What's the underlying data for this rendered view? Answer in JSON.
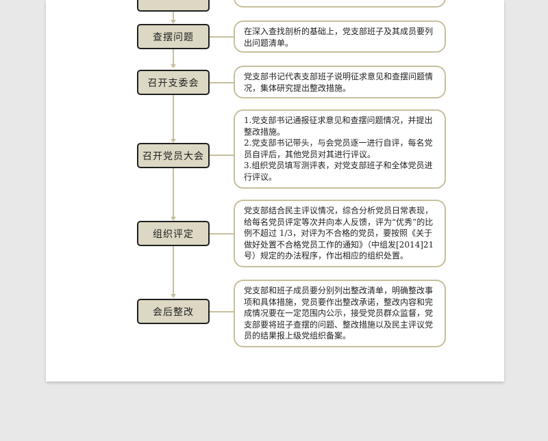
{
  "colors": {
    "step_fill": "#dcd8c4",
    "step_border": "#1f1f1f",
    "connector": "#c6bf9e",
    "desc_border": "#c6bf9e",
    "page_bg": "#ffffff",
    "canvas_bg": "#e8e8e8"
  },
  "flow": {
    "steps": [
      {
        "label": "",
        "description": [
          ""
        ]
      },
      {
        "label": "查摆问题",
        "description": [
          "在深入查找剖析的基础上，党支部班子及其成员要列出问题清单。"
        ]
      },
      {
        "label": "召开支委会",
        "description": [
          "党支部书记代表支部班子说明征求意见和查摆问题情况，集体研究提出整改措施。"
        ]
      },
      {
        "label": "召开党员大会",
        "description": [
          "1.党支部书记通报征求意见和查摆问题情况，并提出整改措施。",
          "2.党支部书记带头，与会党员逐一进行自评，每名党员自评后，其他党员对其进行评议。",
          "3.组织党员填写测评表，对党支部班子和全体党员进行评议。"
        ]
      },
      {
        "label": "组织评定",
        "description": [
          "党支部结合民主评议情况，综合分析党员日常表现，给每名党员评定等次并向本人反馈，评为“优秀”的比例不超过 1/3，对评为不合格的党员，要按照《关于做好处置不合格党员工作的通知》（中组发[2014]21号）规定的办法程序，作出相应的组织处置。"
        ]
      },
      {
        "label": "会后整改",
        "description": [
          "党支部和班子成员要分别列出整改清单，明确整改事项和具体措施，党员要作出整改承诺，整改内容和完成情况要在一定范围内公示，接受党员群众监督，党支部要将班子查摆的问题、整改措施以及民主评议党员的结果报上级党组织备案。"
        ]
      }
    ]
  }
}
